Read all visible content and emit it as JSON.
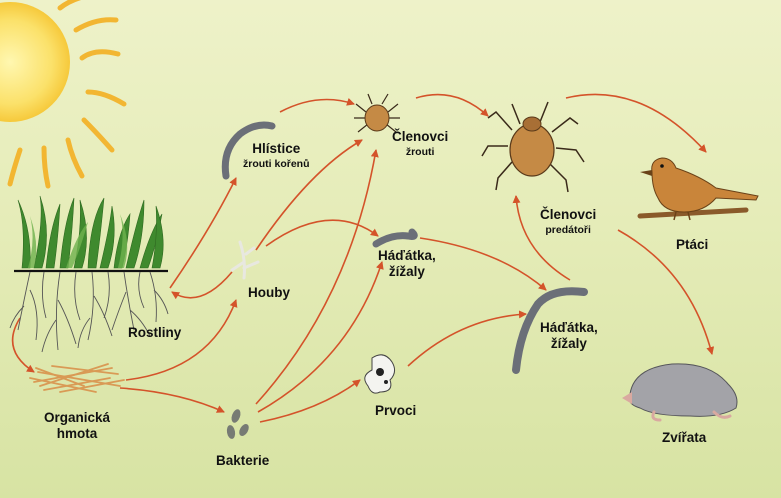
{
  "nodes": {
    "rostliny": {
      "label": "Rostliny"
    },
    "organicka": {
      "label": "Organická",
      "label2": "hmota"
    },
    "bakterie": {
      "label": "Bakterie"
    },
    "houby": {
      "label": "Houby"
    },
    "hlistice": {
      "label": "Hlístice",
      "sub": "žrouti kořenů"
    },
    "clenovci_zrouti": {
      "label": "Členovci",
      "sub": "žrouti"
    },
    "hadatka1": {
      "label": "Háďátka,",
      "label2": "žížaly"
    },
    "prvoci": {
      "label": "Prvoci"
    },
    "clenovci_predatori": {
      "label": "Členovci",
      "sub": "predátoři"
    },
    "hadatka2": {
      "label": "Háďátka,",
      "label2": "žížaly"
    },
    "ptaci": {
      "label": "Ptáci"
    },
    "zvirata": {
      "label": "Zvířata"
    }
  },
  "colors": {
    "arrow": "#d4532a",
    "sun": "#f7c23c",
    "grass": "#3f8a2e",
    "worm": "#6b6f78",
    "mite": "#c58a45",
    "bird": "#c9853a",
    "mole": "#9a9aa0"
  }
}
